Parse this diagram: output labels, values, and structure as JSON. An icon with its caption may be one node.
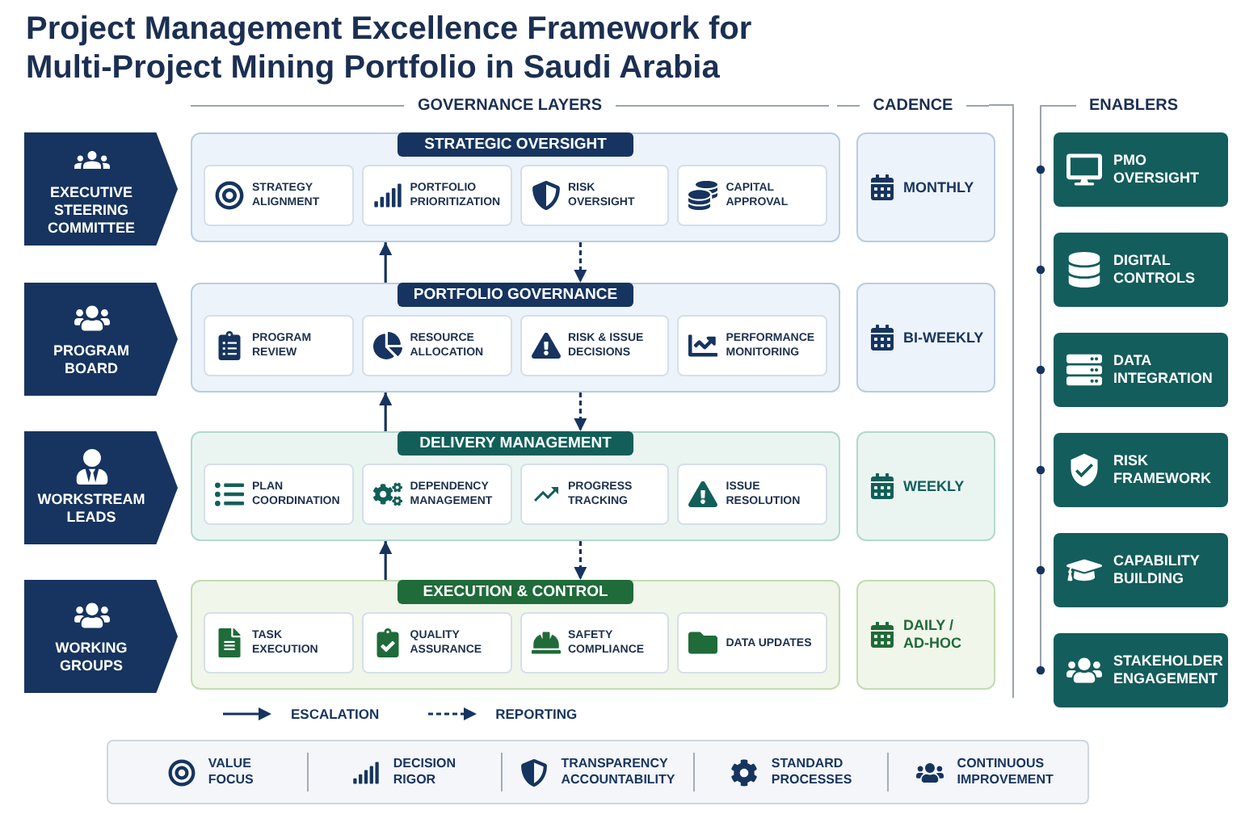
{
  "diagram": {
    "title": "Project Management Excellence Framework for Multi-Project Mining Portfolio in Saudi Arabia",
    "nodes": [
      {
        "text": [
          "EXECUTIVE STEERING COMMITTEE"
        ]
      },
      {
        "text": [
          "PROGRAM BOARD"
        ]
      },
      {
        "text": [
          "WORKSTREAM LEADS"
        ]
      },
      {
        "text": [
          "WORKING GROUPS"
        ]
      },
      {
        "text": [
          "STRATEGIC OVERSIGHT"
        ]
      },
      {
        "text": [
          "STRATEGY ALIGNMENT"
        ],
        "in": 4
      },
      {
        "text": [
          "PORTFOLIO PRIORITIZATION"
        ],
        "in": 4
      },
      {
        "text": [
          "RISK OVERSIGHT"
        ],
        "in": 4
      },
      {
        "text": [
          "CAPITAL APPROVAL"
        ],
        "in": 4
      },
      {
        "text": [
          "PORTFOLIO GOVERNANCE"
        ]
      },
      {
        "text": [
          "PROGRAM REVIEW"
        ],
        "in": 9
      },
      {
        "text": [
          "RESOURCE ALLOCATION"
        ],
        "in": 9
      },
      {
        "text": [
          "RISK & ISSUE DECISIONS"
        ],
        "in": 9
      },
      {
        "text": [
          "PERFORMANCE MONITORING"
        ],
        "in": 9
      },
      {
        "text": [
          "DELIVERY MANAGEMENT"
        ]
      },
      {
        "text": [
          "PLAN COORDINATION"
        ],
        "in": 14
      },
      {
        "text": [
          "DEPENDENCY MANAGEMENT"
        ],
        "in": 14
      },
      {
        "text": [
          "PROGRESS TRACKING"
        ],
        "in": 14
      },
      {
        "text": [
          "ISSUE RESOLUTION"
        ],
        "in": 14
      },
      {
        "text": [
          "EXECUTION & CONTROL"
        ]
      },
      {
        "text": [
          "TASK EXECUTION"
        ],
        "in": 19
      },
      {
        "text": [
          "QUALITY ASSURANCE"
        ],
        "in": 19
      },
      {
        "text": [
          "SAFETY COMPLIANCE"
        ],
        "in": 19
      },
      {
        "text": [
          "DATA UPDATES"
        ],
        "in": 19
      },
      {
        "text": [
          "MONTHLY"
        ]
      },
      {
        "text": [
          "BI-WEEKLY"
        ]
      },
      {
        "text": [
          "WEEKLY"
        ]
      },
      {
        "text": [
          "DAILY / AD-HOC"
        ]
      },
      {
        "text": [
          "PMO OVERSIGHT"
        ]
      },
      {
        "text": [
          "DIGITAL CONTROLS"
        ]
      },
      {
        "text": [
          "DATA INTEGRATION"
        ]
      },
      {
        "text": [
          "RISK FRAMEWORK"
        ]
      },
      {
        "text": [
          "CAPABILITY BUILDING"
        ]
      },
      {
        "text": [
          "STAKEHOLDER ENGAGEMENT"
        ]
      },
      {
        "text": [
          "VALUE FOCUS",
          "DECISION RIGOR",
          "TRANSPARENCY ACCOUNTABILITY",
          "STANDARD PROCESSES",
          "CONTINUOUS IMPROVEMENT"
        ]
      }
    ],
    "edges": [
      {
        "from": 9,
        "to": 4,
        "arrow": "to"
      },
      {
        "from": 4,
        "to": 9,
        "arrow": "to",
        "style": "dashed"
      },
      {
        "from": 14,
        "to": 9,
        "arrow": "to"
      },
      {
        "from": 9,
        "to": 14,
        "arrow": "to",
        "style": "dashed"
      },
      {
        "from": 19,
        "to": 14,
        "arrow": "to"
      },
      {
        "from": 14,
        "to": 19,
        "arrow": "to",
        "style": "dashed"
      }
    ],
    "labels": [
      "GOVERNANCE LAYERS",
      "CADENCE",
      "ENABLERS"
    ],
    "legend": [
      {
        "text": "ESCALATION"
      },
      {
        "text": "REPORTING"
      }
    ]
  }
}
